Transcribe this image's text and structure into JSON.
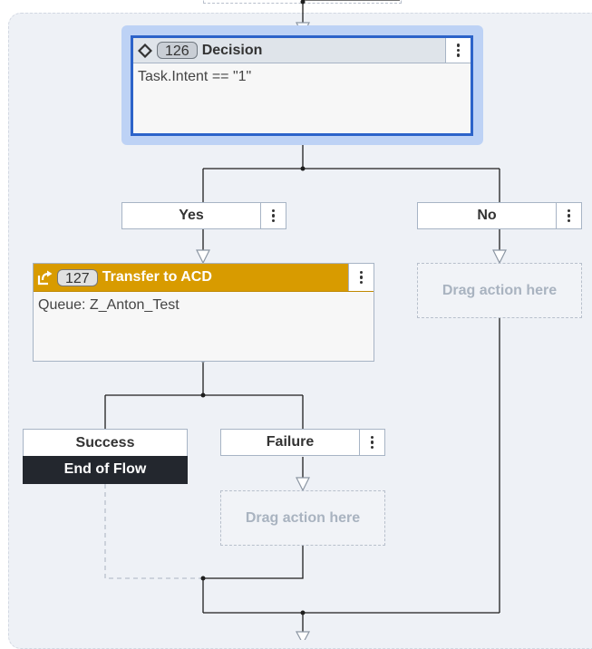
{
  "decision": {
    "number": "126",
    "title": "Decision",
    "condition": "Task.Intent == \"1\"",
    "icon": "diamond-icon"
  },
  "branches": {
    "yes": "Yes",
    "no": "No",
    "success": "Success",
    "failure": "Failure"
  },
  "transfer": {
    "number": "127",
    "title": "Transfer to ACD",
    "queue_text": "Queue: Z_Anton_Test",
    "icon": "transfer-arrow-icon"
  },
  "dropzone": {
    "no_label": "Drag action here",
    "failure_label": "Drag action here"
  },
  "end_flow_label": "End of Flow",
  "colors": {
    "selected_border": "#2c63c9",
    "selected_halo": "#bdd2f5",
    "transfer_header": "#d89b00",
    "end_of_flow": "#23272e",
    "connector": "#1e1e1e"
  }
}
